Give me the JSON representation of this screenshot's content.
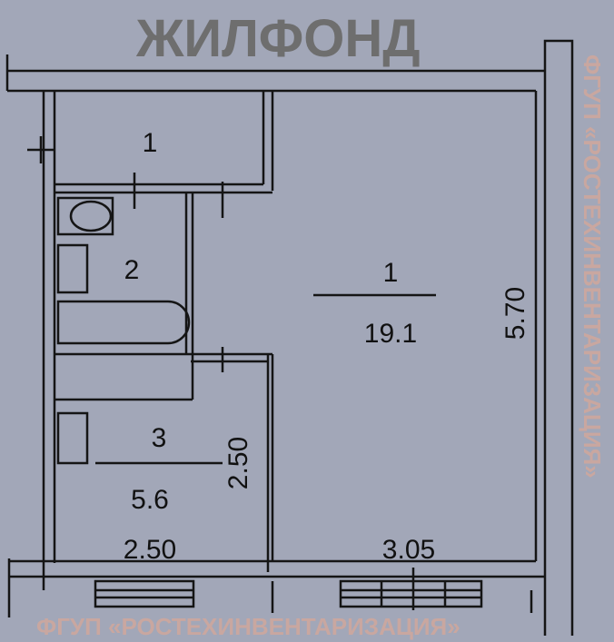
{
  "watermark": {
    "brand": "ЖИЛФОНД",
    "agency": "ФГУП «РОСТЕХИНВЕНТАРИЗАЦИЯ»"
  },
  "rooms": [
    {
      "number": "1",
      "area": ""
    },
    {
      "number": "2",
      "area": ""
    },
    {
      "number": "1",
      "area": "19.1"
    },
    {
      "number": "3",
      "area": "5.6"
    }
  ],
  "dimensions": {
    "room3_height": "2.50",
    "room3_width": "2.50",
    "main_height": "5.70",
    "main_width": "3.05"
  }
}
